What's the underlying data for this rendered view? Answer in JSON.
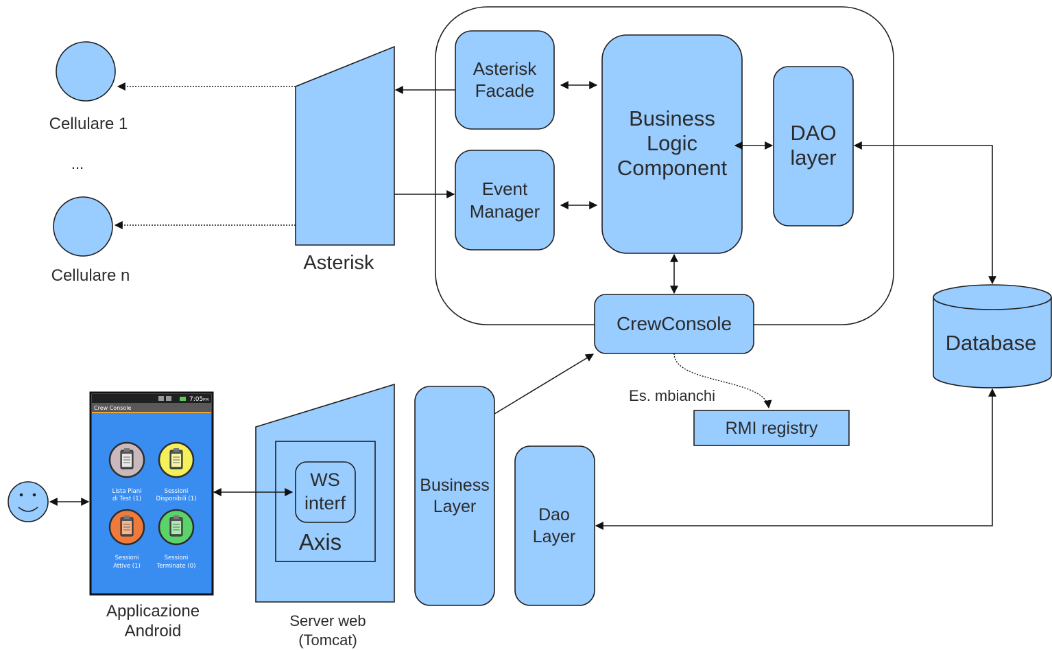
{
  "labels": {
    "cell_1": "Cellulare 1",
    "ellipsis": "...",
    "cell_n": "Cellulare n",
    "asterisk": "Asterisk",
    "asterisk_facade_1": "Asterisk",
    "asterisk_facade_2": "Facade",
    "event_manager_1": "Event",
    "event_manager_2": "Manager",
    "blc_1": "Business",
    "blc_2": "Logic",
    "blc_3": "Component",
    "dao_1": "DAO",
    "dao_2": "layer",
    "crewconsole": "CrewConsole",
    "database": "Database",
    "es_mbianchi": "Es. mbianchi",
    "rmi": "RMI registry",
    "ws_1": "WS",
    "ws_2": "interf",
    "axis": "Axis",
    "business_layer_1": "Business",
    "business_layer_2": "Layer",
    "dao_layer_1": "Dao",
    "dao_layer_2": "Layer",
    "app_1": "Applicazione",
    "app_2": "Android",
    "server_1": "Server web",
    "server_2": "(Tomcat)"
  },
  "phone": {
    "status_time": "7:05",
    "status_ampm": "PM",
    "title": "Crew Console",
    "tiles": [
      {
        "line1": "Lista Piani",
        "line2": "di Test (1)",
        "color": "#c9b9bd"
      },
      {
        "line1": "Sessioni",
        "line2": "Disponibili (1)",
        "color": "#f3f05a"
      },
      {
        "line1": "Sessioni",
        "line2": "Attive (1)",
        "color": "#f07a3c"
      },
      {
        "line1": "Sessioni",
        "line2": "Terminate (0)",
        "color": "#5cd36a"
      }
    ]
  },
  "colors": {
    "box_fill": "#99ccff",
    "phone_bg": "#3a8df0"
  }
}
